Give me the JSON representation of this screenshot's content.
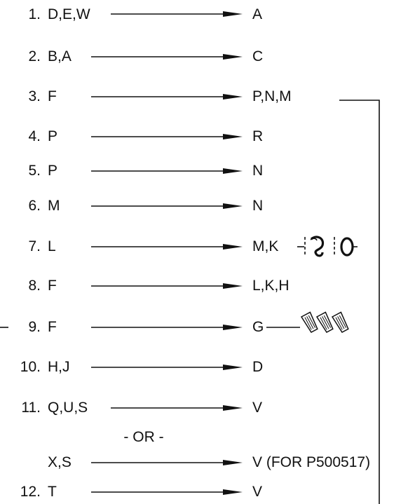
{
  "steps": [
    {
      "num": "1.",
      "src": "D,E,W",
      "dst": "A"
    },
    {
      "num": "2.",
      "src": "B,A",
      "dst": "C"
    },
    {
      "num": "3.",
      "src": "F",
      "dst": "P,N,M"
    },
    {
      "num": "4.",
      "src": "P",
      "dst": "R"
    },
    {
      "num": "5.",
      "src": "P",
      "dst": "N"
    },
    {
      "num": "6.",
      "src": "M",
      "dst": "N"
    },
    {
      "num": "7.",
      "src": "L",
      "dst": "M,K"
    },
    {
      "num": "8.",
      "src": "F",
      "dst": "L,K,H"
    },
    {
      "num": "9.",
      "src": "F",
      "dst": "G"
    },
    {
      "num": "10.",
      "src": "H,J",
      "dst": "D"
    },
    {
      "num": "11.",
      "src": "Q,U,S",
      "dst": "V"
    },
    {
      "num": "",
      "src": "X,S",
      "dst": "V (FOR P500517)"
    },
    {
      "num": "12.",
      "src": "T",
      "dst": "V"
    }
  ],
  "or_label": "- OR -",
  "icons": {
    "step7": "snap-ring-clip-icon",
    "step9": "wire-nut-connectors-icon"
  }
}
